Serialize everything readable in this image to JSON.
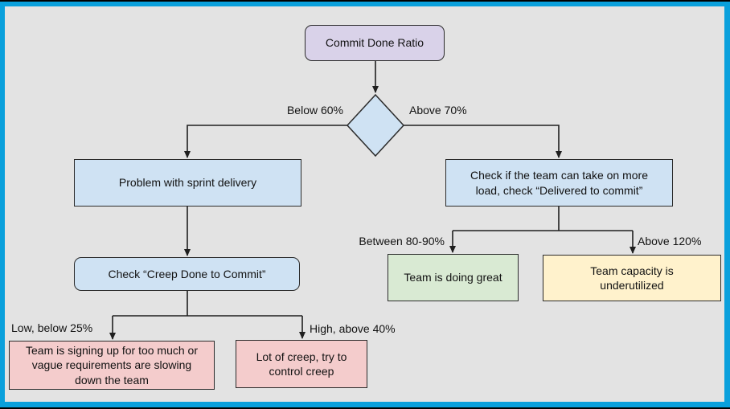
{
  "diagram": {
    "title": "Commit Done Ratio decision flowchart",
    "colors": {
      "frame_border": "#0aa0dc",
      "canvas_background": "#e3e3e3",
      "node_border": "#2b2b2b",
      "connector": "#1f1f1f",
      "start_fill": "#d9d2e9",
      "process_fill": "#cfe2f3",
      "warning_fill": "#f4cccc",
      "good_fill": "#d9ead3",
      "caution_fill": "#fff2cc"
    },
    "nodes": {
      "start": {
        "label": "Commit Done Ratio",
        "fill": "#d9d2e9",
        "shape": "rounded"
      },
      "decision": {
        "label": "",
        "fill": "#cfe2f3",
        "shape": "diamond"
      },
      "problem": {
        "label": "Problem with sprint delivery",
        "fill": "#cfe2f3",
        "shape": "rect"
      },
      "check_load": {
        "label": "Check if the team can take on more load, check “Delivered to commit”",
        "fill": "#cfe2f3",
        "shape": "rect"
      },
      "check_creep": {
        "label": "Check “Creep Done to Commit”",
        "fill": "#cfe2f3",
        "shape": "rounded"
      },
      "too_much": {
        "label": "Team is signing up for too much or vague requirements are slowing down the team",
        "fill": "#f4cccc",
        "shape": "rect"
      },
      "lot_creep": {
        "label": "Lot of creep, try to control creep",
        "fill": "#f4cccc",
        "shape": "rect"
      },
      "great": {
        "label": "Team is doing great",
        "fill": "#d9ead3",
        "shape": "rect"
      },
      "underutilized": {
        "label": "Team capacity is underutilized",
        "fill": "#fff2cc",
        "shape": "rect"
      }
    },
    "edges": [
      {
        "from": "start",
        "to": "decision",
        "label": ""
      },
      {
        "from": "decision",
        "to": "problem",
        "label": "Below 60%"
      },
      {
        "from": "decision",
        "to": "check_load",
        "label": "Above 70%"
      },
      {
        "from": "problem",
        "to": "check_creep",
        "label": ""
      },
      {
        "from": "check_creep",
        "to": "too_much",
        "label": "Low, below 25%"
      },
      {
        "from": "check_creep",
        "to": "lot_creep",
        "label": "High, above 40%"
      },
      {
        "from": "check_load",
        "to": "great",
        "label": "Between 80-90%"
      },
      {
        "from": "check_load",
        "to": "underutilized",
        "label": "Above 120%"
      }
    ]
  }
}
